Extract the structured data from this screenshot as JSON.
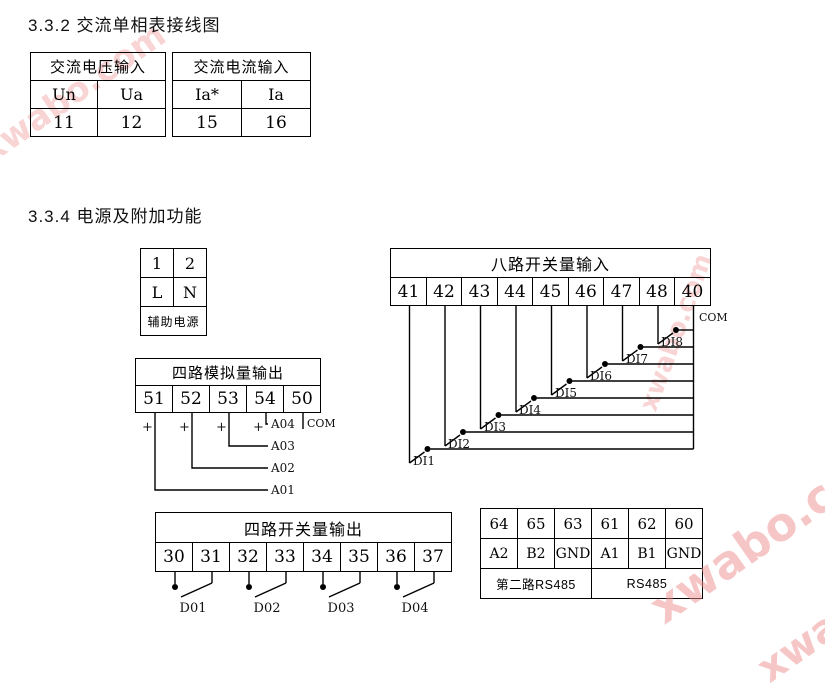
{
  "sections": {
    "wiring_title": "3.3.2 交流单相表接线图",
    "power_title": "3.3.4 电源及附加功能"
  },
  "voltage_table": {
    "header": "交流电压输入",
    "labels": [
      "Un",
      "Ua"
    ],
    "terminals": [
      "11",
      "12"
    ]
  },
  "current_table": {
    "header": "交流电流输入",
    "labels": [
      "Ia*",
      "Ia"
    ],
    "terminals": [
      "15",
      "16"
    ]
  },
  "aux_power": {
    "terminals": [
      "1",
      "2"
    ],
    "labels": [
      "L",
      "N"
    ],
    "caption": "辅助电源"
  },
  "analog_output": {
    "header": "四路模拟量输出",
    "terminals": [
      "51",
      "52",
      "53",
      "54",
      "50"
    ],
    "plus_sign": "+",
    "channels": [
      "A04",
      "A03",
      "A02",
      "A01"
    ],
    "com": "COM"
  },
  "digital_input": {
    "header": "八路开关量输入",
    "terminals": [
      "41",
      "42",
      "43",
      "44",
      "45",
      "46",
      "47",
      "48",
      "40"
    ],
    "channels": [
      "DI1",
      "DI2",
      "DI3",
      "DI4",
      "DI5",
      "DI6",
      "DI7",
      "DI8"
    ],
    "com": "COM"
  },
  "digital_output": {
    "header": "四路开关量输出",
    "terminals": [
      "30",
      "31",
      "32",
      "33",
      "34",
      "35",
      "36",
      "37"
    ],
    "channels": [
      "D01",
      "D02",
      "D03",
      "D04"
    ]
  },
  "rs485_table": {
    "terminals": [
      "64",
      "65",
      "63",
      "61",
      "62",
      "60"
    ],
    "labels": [
      "A2",
      "B2",
      "GND",
      "A1",
      "B1",
      "GND"
    ],
    "port2_label": "第二路RS485",
    "port1_label": "RS485"
  },
  "watermark": {
    "text": "xwabo.com",
    "color": "#ee8f8f"
  }
}
